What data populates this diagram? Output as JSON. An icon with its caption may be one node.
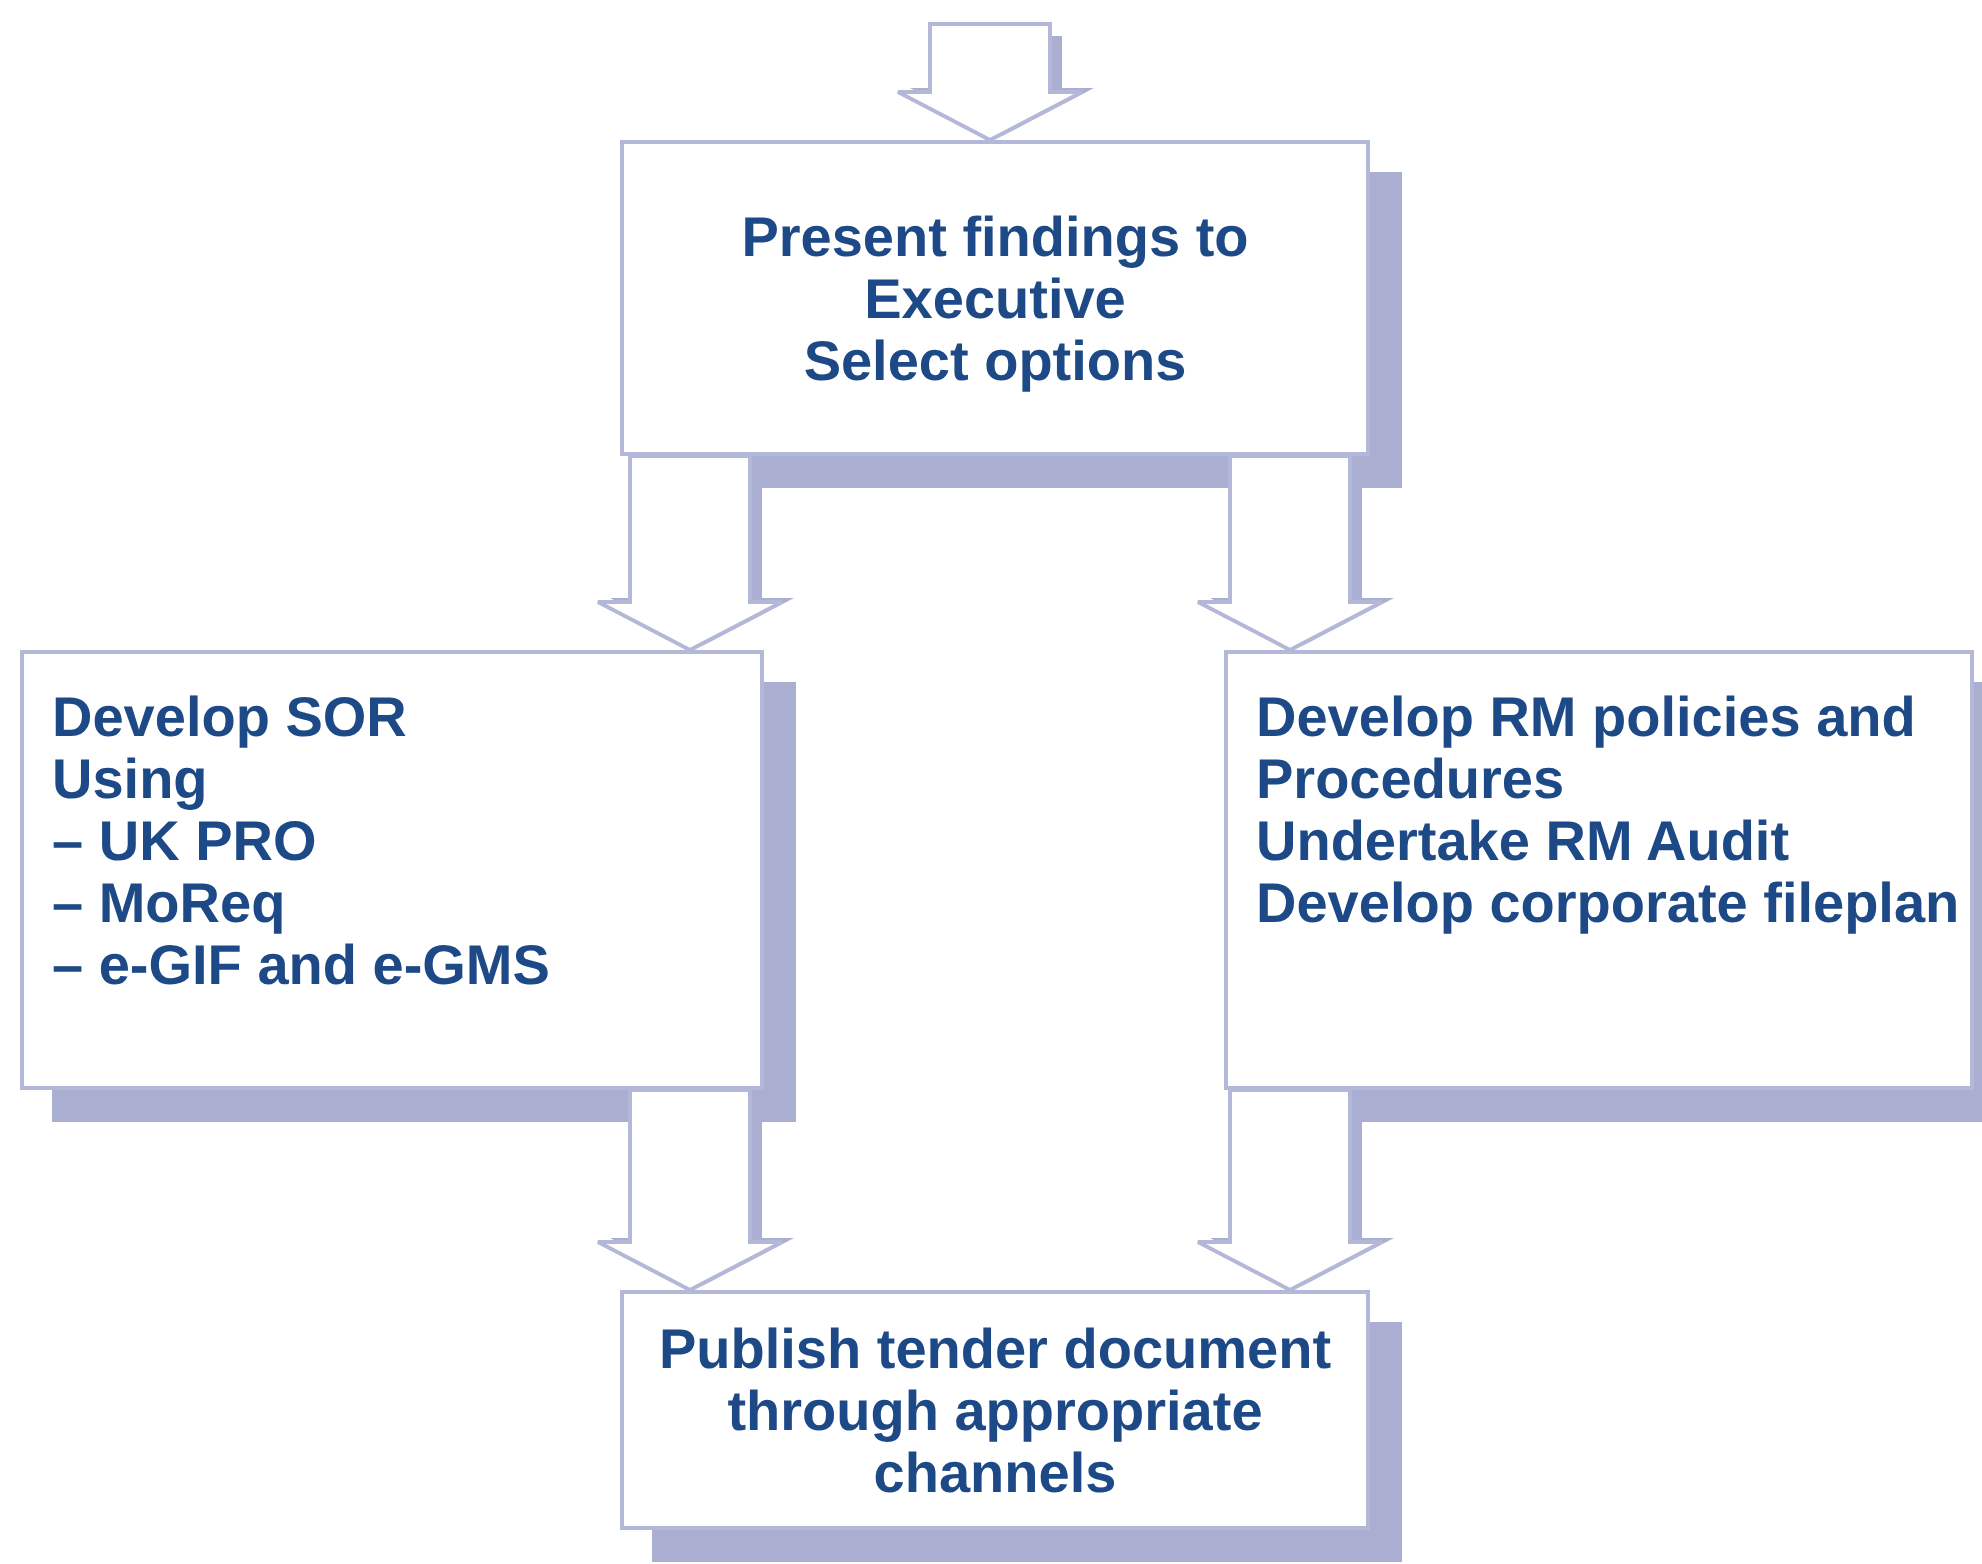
{
  "diagram": {
    "nodes": [
      {
        "text": [
          "Present findings to Executive",
          "Select options"
        ]
      },
      {
        "text": [
          "Develop SOR",
          "Using",
          "– UK PRO",
          "– MoReq",
          "– e-GIF and e-GMS"
        ]
      },
      {
        "text": [
          "Develop RM policies and Procedures",
          "Undertake RM Audit",
          "Develop corporate fileplan"
        ]
      },
      {
        "text": [
          "Publish tender document through appropriate channels"
        ]
      }
    ],
    "edges": [
      {
        "from": null,
        "to": 0,
        "arrow": "to"
      },
      {
        "from": 0,
        "to": 1,
        "arrow": "to"
      },
      {
        "from": 0,
        "to": 2,
        "arrow": "to"
      },
      {
        "from": 1,
        "to": 3,
        "arrow": "to"
      },
      {
        "from": 2,
        "to": 3,
        "arrow": "to"
      }
    ]
  }
}
